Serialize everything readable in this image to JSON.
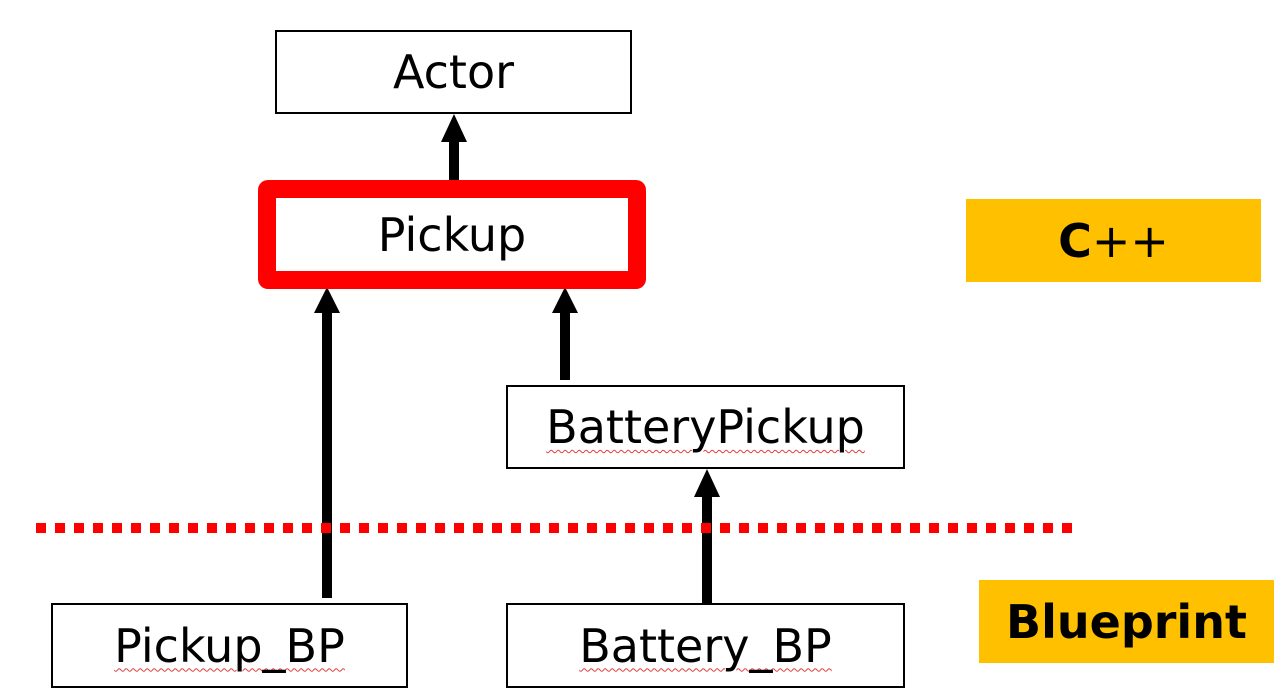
{
  "nodes": {
    "actor": "Actor",
    "pickup": "Pickup",
    "battery_pickup": "BatteryPickup",
    "pickup_bp": "Pickup_BP",
    "battery_bp": "Battery_BP"
  },
  "labels": {
    "cpp_main": "C",
    "cpp_suffix": "++",
    "blueprint": "Blueprint"
  },
  "colors": {
    "highlight": "#ff0000",
    "label_fill": "#ffc000",
    "divider": "#ff0000",
    "arrow": "#000000"
  }
}
